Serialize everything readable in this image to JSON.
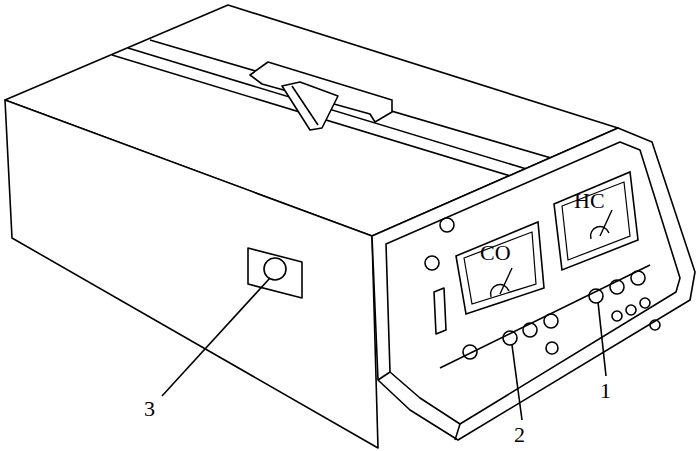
{
  "diagram": {
    "nodes": [
      {
        "text": [
          "CO"
        ]
      },
      {
        "text": [
          "HC"
        ]
      }
    ],
    "labels": [
      "3",
      "2",
      "1"
    ]
  }
}
